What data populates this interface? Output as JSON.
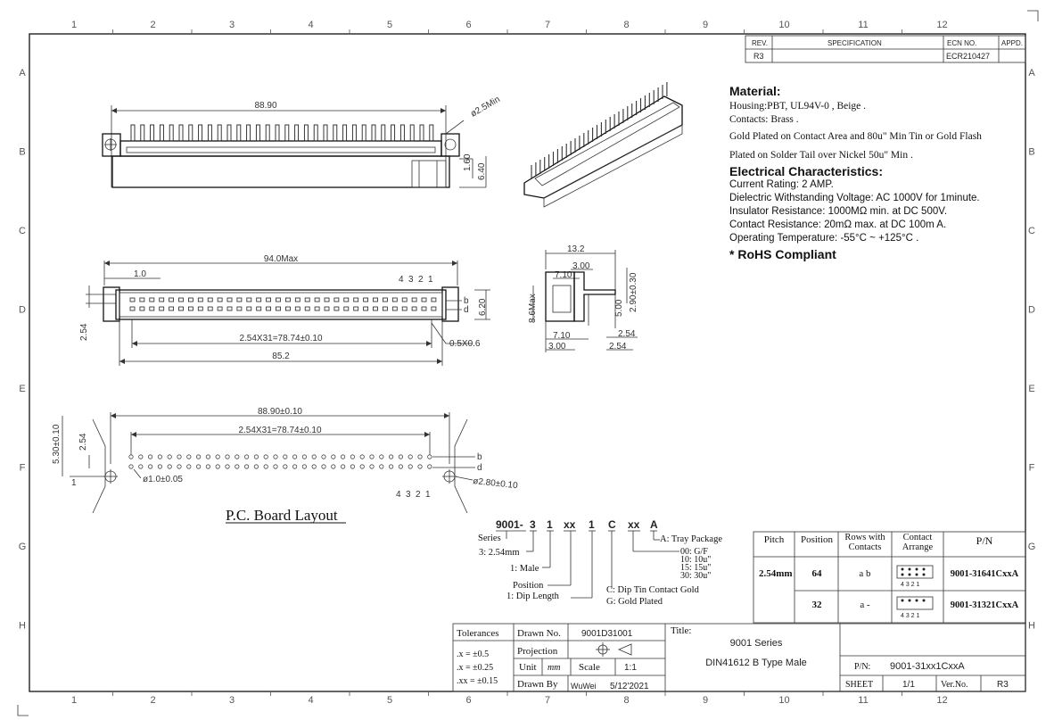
{
  "frame": {
    "col_numbers": [
      "1",
      "2",
      "3",
      "4",
      "5",
      "6",
      "7",
      "8",
      "9",
      "10",
      "11",
      "12"
    ],
    "row_letters": [
      "A",
      "B",
      "C",
      "D",
      "E",
      "F",
      "G",
      "H"
    ]
  },
  "revision_block": {
    "rev_label": "REV.",
    "spec_label": "SPECIFICATION",
    "ecn_label": "ECN NO.",
    "appd_label": "APPD.",
    "rev_value": "R3",
    "ecn_value": "ECR210427"
  },
  "material": {
    "heading": "Material:",
    "lines": [
      "Housing:PBT, UL94V-0 , Beige .",
      "Contacts: Brass .",
      "Gold Plated on Contact Area and 80u\" Min Tin or Gold Flash",
      "Plated on Solder Tail over Nickel 50u\" Min ."
    ]
  },
  "electrical": {
    "heading": "Electrical Characteristics:",
    "lines": [
      "Current Rating: 2 AMP.",
      "Dielectric Withstanding Voltage: AC 1000V for 1minute.",
      "Insulator Resistance: 1000MΩ min. at DC 500V.",
      "Contact Resistance: 20mΩ max. at DC 100m A.",
      "Operating Temperature: -55°C ~ +125°C ."
    ],
    "rohs": "* RoHS Compliant"
  },
  "top_view": {
    "width": "88.90",
    "hole_dia": "ø2.5Min",
    "h1": "1.60",
    "h2": "6.40"
  },
  "front_view": {
    "overall": "94.0Max",
    "offset": "1.0",
    "pin_labels": [
      "4",
      "3",
      "2",
      "1"
    ],
    "row_labels": [
      "b",
      "d"
    ],
    "height": "6.20",
    "pitch_v": "2.54",
    "pitch_span": "2.54X31=78.74±0.10",
    "chamfer": "0.5X0.6",
    "body_len": "85.2"
  },
  "side_view": {
    "width": "13.2",
    "d1": "7.10",
    "d2": "3.00",
    "d3": "2.90±0.30",
    "height": "8.6Max",
    "d4": "5.00",
    "d5": "2.54",
    "d6": "7.10",
    "d7": "3.00",
    "d8": "2.54"
  },
  "pcb_layout": {
    "width": "88.90±0.10",
    "span": "2.54X31=78.74±0.10",
    "h_total": "5.30±0.10",
    "pitch": "2.54",
    "hole": "ø1.0±0.05",
    "mount_hole": "ø2.80±0.10",
    "row_labels": [
      "b",
      "d"
    ],
    "pin_labels": [
      "4",
      "3",
      "2",
      "1"
    ],
    "offset": "1",
    "title": "P.C. Board Layout"
  },
  "part_code": {
    "segments": [
      "9001-",
      "3",
      "1",
      "xx",
      "1",
      "C",
      "xx",
      "A"
    ],
    "series_label": "Series",
    "pitch_label": "3: 2.54mm",
    "male_label": "1: Male",
    "position_label": "Position",
    "dip_label": "1: Dip Length",
    "dip_tin": "C: Dip Tin  Contact Gold",
    "gold": "G: Gold Plated",
    "tray": "A: Tray Package",
    "plating": [
      "00: G/F",
      "10: 10u\"",
      "15: 15u\"",
      "30: 30u\""
    ]
  },
  "spec_table": {
    "headers": [
      "Pitch",
      "Position",
      "Rows with Contacts",
      "Contact Arrange",
      "P/N"
    ],
    "pitch": "2.54mm",
    "rows": [
      {
        "position": "64",
        "rows": "a b",
        "arrange": "4 3 2 1",
        "pn": "9001-31641CxxA"
      },
      {
        "position": "32",
        "rows": "a -",
        "arrange": "4 3 2 1",
        "pn": "9001-31321CxxA"
      }
    ]
  },
  "title_block": {
    "tolerances_label": "Tolerances",
    "tol_lines": [
      ".x  =  ±0.5",
      ".x  =  ±0.25",
      ".xx  =  ±0.15"
    ],
    "drawn_no_label": "Drawn No.",
    "drawn_no": "9001D31001",
    "projection_label": "Projection",
    "unit_label": "Unit",
    "unit_value": "mm",
    "scale_label": "Scale",
    "scale_value": "1:1",
    "drawn_by_label": "Drawn By",
    "drawn_by": "WuWei",
    "date": "5/12'2021",
    "title_label": "Title:",
    "title_1": "9001 Series",
    "title_2": "DIN41612 B Type Male",
    "pn_label": "P/N:",
    "pn_value": "9001-31xx1CxxA",
    "sheet_label": "SHEET",
    "sheet_value": "1/1",
    "ver_label": "Ver.No.",
    "ver_value": "R3"
  }
}
